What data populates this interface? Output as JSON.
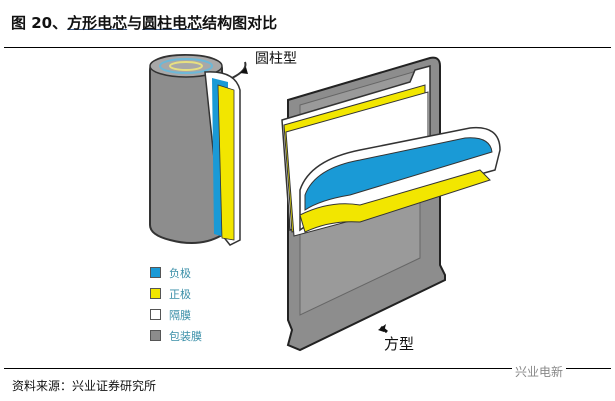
{
  "figure": {
    "number": "图 20、",
    "title_part1": "方形电芯",
    "title_part2": "与",
    "title_part3": "圆柱电芯",
    "title_part4": "结构图对比"
  },
  "labels": {
    "cylindrical": "圆柱型",
    "prismatic": "方型"
  },
  "legend": [
    {
      "label": "负极",
      "color": "#1a9ad6"
    },
    {
      "label": "正极",
      "color": "#f2e600"
    },
    {
      "label": "隔膜",
      "color": "#ffffff"
    },
    {
      "label": "包装膜",
      "color": "#8c8c8c"
    }
  ],
  "source": "资料来源：兴业证券研究所",
  "watermark": "兴业电新"
}
